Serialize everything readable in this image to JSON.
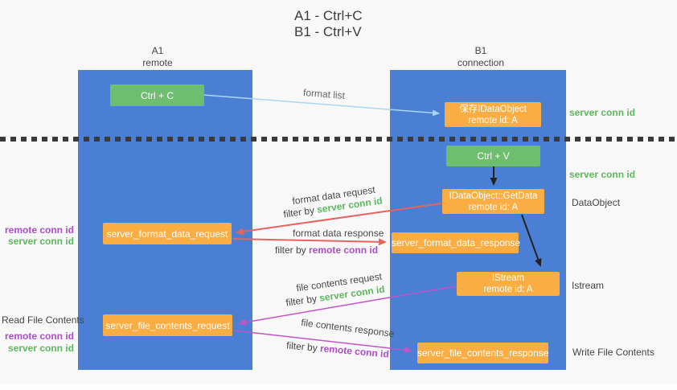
{
  "title": {
    "line1": "A1 - Ctrl+C",
    "line2": "B1 - Ctrl+V"
  },
  "columns": {
    "a1": {
      "name": "A1",
      "subtitle": "remote"
    },
    "b1": {
      "name": "B1",
      "subtitle": "connection"
    }
  },
  "nodes": {
    "ctrl_c": {
      "label": "Ctrl + C"
    },
    "save_idataobject": {
      "line1": "保存IDataObject",
      "line2": "remote id: A"
    },
    "ctrl_v": {
      "label": "Ctrl + V"
    },
    "getdata": {
      "line1": "IDataObject::GetData",
      "line2": "remote id: A"
    },
    "server_format_data_request": {
      "label": "server_format_data_request"
    },
    "server_format_data_response": {
      "label": "server_format_data_response"
    },
    "istream": {
      "line1": "IStream",
      "line2": "remote id: A"
    },
    "server_file_contents_request": {
      "label": "server_file_contents_request"
    },
    "server_file_contents_response": {
      "label": "server_file_contents_response"
    }
  },
  "arrow_labels": {
    "format_list": "format list",
    "format_data_request": "format data request",
    "filter_by_1_prefix": "filter by ",
    "filter_by_1_highlight": "server conn id",
    "format_data_response": "format data response",
    "filter_by_2_prefix": "filter by ",
    "filter_by_2_highlight": "remote conn id",
    "file_contents_request": "file contents request",
    "filter_by_3_prefix": "filter by ",
    "filter_by_3_highlight": "server conn id",
    "file_contents_response": "file contents response",
    "filter_by_4_prefix": "filter by ",
    "filter_by_4_highlight": "remote conn id"
  },
  "side_labels": {
    "right_server_conn_id_1": "server conn id",
    "right_server_conn_id_2": "server conn id",
    "right_dataobject": "DataObject",
    "right_istream": "Istream",
    "right_write_file_contents": "Write File Contents",
    "left_remote_conn_id_1": "remote conn id",
    "left_server_conn_id_1": "server conn id",
    "left_read_file_contents": "Read File Contents",
    "left_remote_conn_id_2": "remote conn id",
    "left_server_conn_id_2": "server conn id"
  },
  "colors": {
    "background": "#f8f8f8",
    "column_blue": "#4a7fd3",
    "node_orange": "#f9ad42",
    "button_green": "#6dbf6f",
    "accent_green_text": "#5cb85c",
    "accent_purple_text": "#ab4fc4",
    "arrow_red": "#e8635e",
    "arrow_magenta": "#c254c9",
    "arrow_light_blue": "#a9d6f5",
    "arrow_black": "#222222",
    "dotted_line": "#3a3a3a"
  }
}
